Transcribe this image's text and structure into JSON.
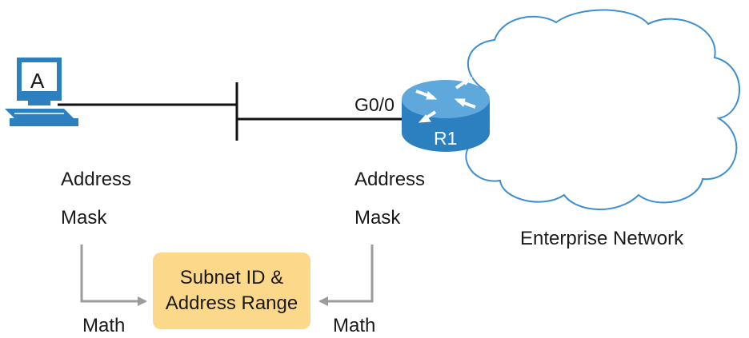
{
  "host": {
    "name": "A"
  },
  "router": {
    "name": "R1",
    "interface": "G0/0"
  },
  "cloud": {
    "label": "Enterprise Network"
  },
  "left_labels": {
    "address": "Address",
    "mask": "Mask",
    "math": "Math"
  },
  "right_labels": {
    "address": "Address",
    "mask": "Mask",
    "math": "Math"
  },
  "result_box": {
    "line1": "Subnet ID &",
    "line2": "Address Range"
  },
  "colors": {
    "device_blue": "#2d80c0",
    "cloud_outline": "#3d8fd0",
    "box_fill": "#fcd98a",
    "arrow_gray": "#9b9b9b"
  }
}
